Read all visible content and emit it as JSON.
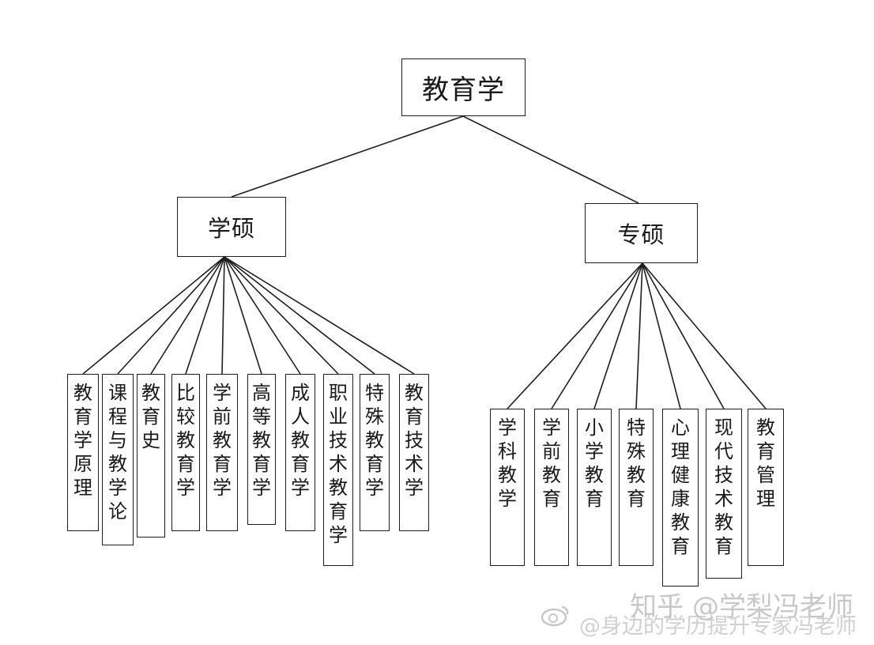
{
  "root": "教育学",
  "branches": [
    {
      "label": "学硕",
      "children": [
        "教育学原理",
        "课程与教学论",
        "教育史",
        "比较教育学",
        "学前教育学",
        "高等教育学",
        "成人教育学",
        "职业技术教育学",
        "特殊教育学",
        "教育技术学"
      ]
    },
    {
      "label": "专硕",
      "children": [
        "学科教学",
        "学前教育",
        "小学教育",
        "特殊教育",
        "心理健康教育",
        "现代技术教育",
        "教育管理"
      ]
    }
  ],
  "watermark": {
    "line1": "知乎 @学梨冯老师",
    "line2": "@身边的学历提升专家冯老师",
    "logo_icon": "weibo-logo-icon"
  }
}
